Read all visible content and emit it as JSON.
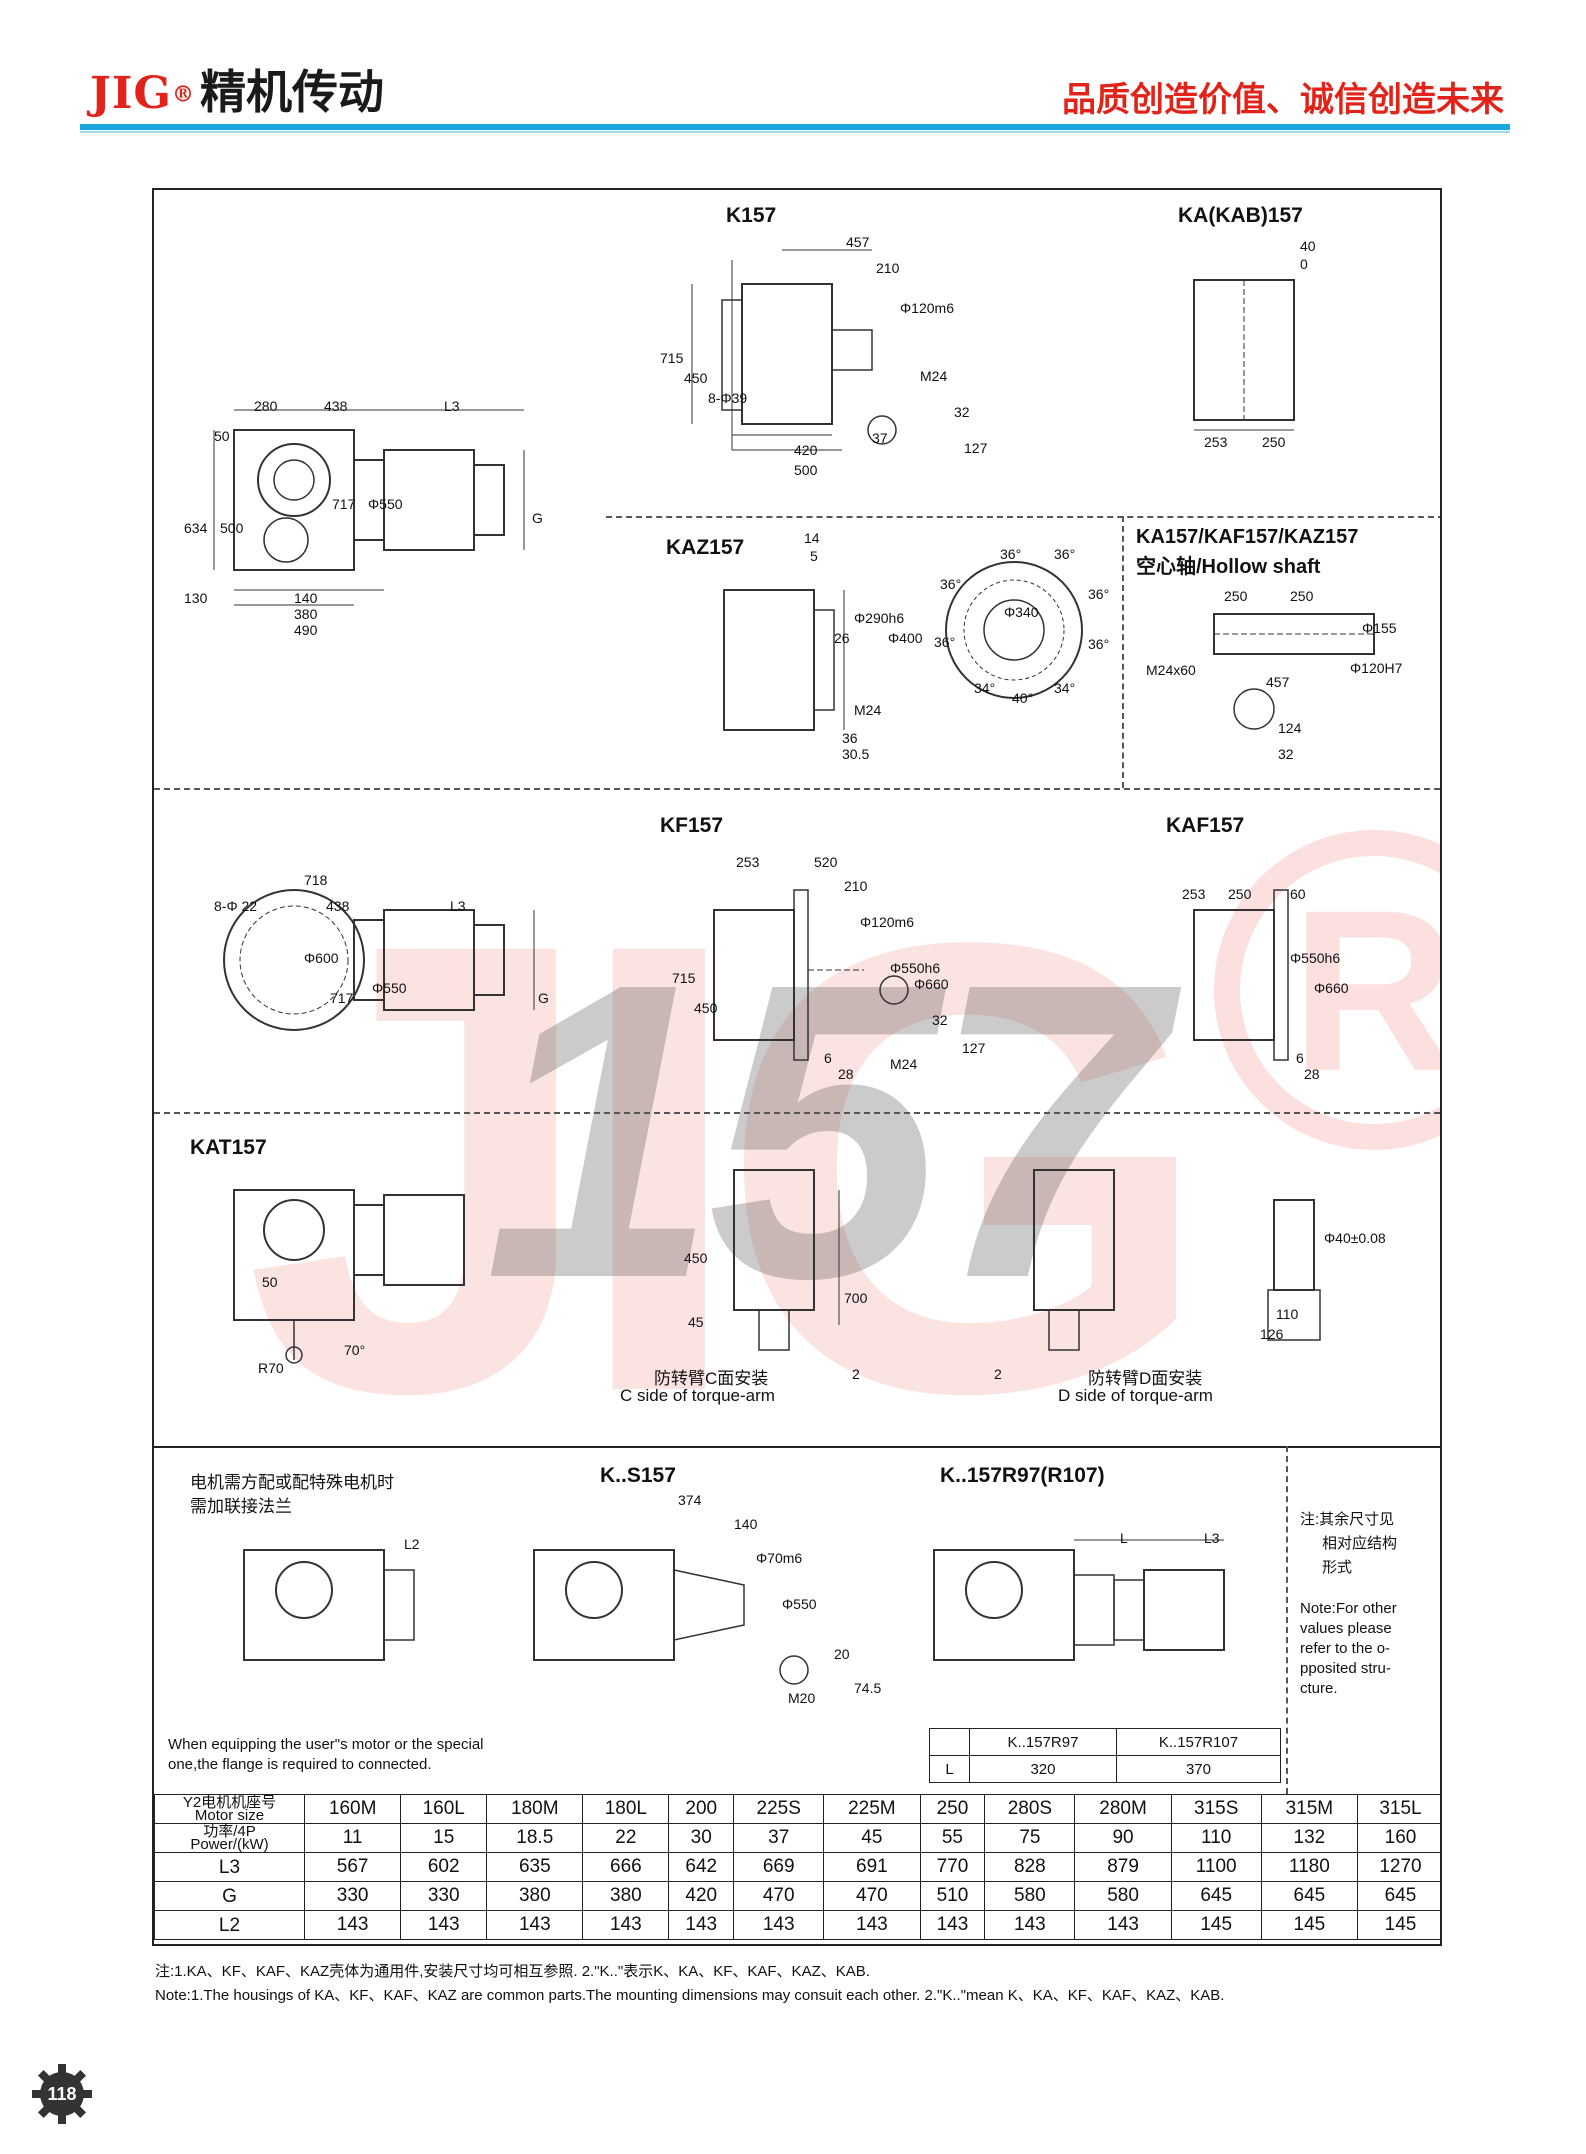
{
  "header": {
    "brand_en": "JIG",
    "brand_reg": "®",
    "brand_cn": "精机传动",
    "slogan": "品质创造价值、诚信创造未来"
  },
  "watermark": {
    "brand": "JIG",
    "number": "157",
    "reg": "R"
  },
  "sections": {
    "k157": "K157",
    "ka157": "KA(KAB)157",
    "kaz157": "KAZ157",
    "hollow_title": "KA157/KAF157/KAZ157",
    "hollow_sub": "空心轴/Hollow shaft",
    "kf157": "KF157",
    "kaf157": "KAF157",
    "kat157": "KAT157",
    "ks157": "K..S157",
    "kr157": "K..157R97(R107)"
  },
  "dims": {
    "main": {
      "d280": "280",
      "d438": "438",
      "L3": "L3",
      "d50": "50",
      "d634": "634",
      "d500": "500",
      "d717": "717",
      "d550": "Φ550",
      "d130": "130",
      "d140": "140",
      "d380": "380",
      "d490": "490",
      "G": "G"
    },
    "k157": {
      "d457": "457",
      "d210": "210",
      "d120": "Φ120m6",
      "d715": "715",
      "d450": "450",
      "d39": "8-Φ39",
      "M24": "M24",
      "d32": "32",
      "d37": "37",
      "d127": "127",
      "d420": "420",
      "d500": "500"
    },
    "ka157": {
      "d40": "40",
      "d0": "0",
      "d253": "253",
      "d250": "250"
    },
    "kaz157": {
      "d14": "14",
      "d5": "5",
      "d26": "26",
      "d290": "Φ290h6",
      "d400": "Φ400",
      "M24": "M24",
      "d36": "36",
      "d305": "30.5"
    },
    "flange": {
      "a1": "36°",
      "a2": "36°",
      "a3": "36°",
      "a4": "36°",
      "a5": "36°",
      "a6": "36°",
      "a7": "34°",
      "a8": "40°",
      "a9": "34°",
      "d340": "Φ340"
    },
    "hollow": {
      "d250a": "250",
      "d250b": "250",
      "M24x60": "M24x60",
      "d457": "457",
      "d120": "Φ120H7",
      "d155": "Φ155",
      "d124": "124",
      "d32": "32"
    },
    "kf157": {
      "d718": "718",
      "d822": "8-Φ 22",
      "d438": "438",
      "L3": "L3",
      "d600": "Φ600",
      "d717": "717",
      "d550": "Φ550",
      "G": "G",
      "d253": "253",
      "d520": "520",
      "d210": "210",
      "d120": "Φ120m6",
      "d715": "715",
      "d450": "450",
      "d550h6": "Φ550h6",
      "d660": "Φ660",
      "d32": "32",
      "d127": "127",
      "d6": "6",
      "d28": "28",
      "M24": "M24"
    },
    "kaf157": {
      "d253": "253",
      "d250": "250",
      "d60": "60",
      "d550h6": "Φ550h6",
      "d660": "Φ660",
      "d6": "6",
      "d28": "28"
    },
    "kat157": {
      "d50": "50",
      "R70": "R70",
      "a70": "70°",
      "d450": "450",
      "d700": "700",
      "d45": "45",
      "d2a": "2",
      "d2b": "2",
      "d40": "Φ40±0.08",
      "d110": "110",
      "d126": "126"
    },
    "ks157": {
      "L2": "L2",
      "d374": "374",
      "d140": "140",
      "d70": "Φ70m6",
      "d550": "Φ550",
      "d20": "20",
      "d745": "74.5",
      "M20": "M20"
    },
    "kr157": {
      "L": "L",
      "L3": "L3"
    }
  },
  "kat_labels": {
    "c_cn": "防转臂C面安装",
    "c_en": "C side of torque-arm",
    "d_cn": "防转臂D面安装",
    "d_en": "D side of torque-arm"
  },
  "flange_note": {
    "line1": "电机需方配或配特殊电机时",
    "line2": "需加联接法兰"
  },
  "motor_note_en": {
    "line1": "When equipping the user\"s motor or the special",
    "line2": "one,the flange is required to connected."
  },
  "side_note": {
    "cn1": "注:其余尺寸见",
    "cn2": "相对应结构",
    "cn3": "形式",
    "en1": "Note:For other",
    "en2": "values please",
    "en3": "refer to the o-",
    "en4": "pposited stru-",
    "en5": "cture."
  },
  "ktable": {
    "h0": "",
    "h1": "K..157R97",
    "h2": "K..157R107",
    "r0": "L",
    "v1": "320",
    "v2": "370"
  },
  "table": {
    "row_motor_cn": "Y2电机机座号",
    "row_motor_en": "Motor size",
    "row_power_cn": "功率/4P",
    "row_power_en": "Power/(kW)",
    "row_L3": "L3",
    "row_G": "G",
    "row_L2": "L2",
    "motor": [
      "160M",
      "160L",
      "180M",
      "180L",
      "200",
      "225S",
      "225M",
      "250",
      "280S",
      "280M",
      "315S",
      "315M",
      "315L"
    ],
    "power": [
      "11",
      "15",
      "18.5",
      "22",
      "30",
      "37",
      "45",
      "55",
      "75",
      "90",
      "110",
      "132",
      "160"
    ],
    "L3": [
      "567",
      "602",
      "635",
      "666",
      "642",
      "669",
      "691",
      "770",
      "828",
      "879",
      "1100",
      "1180",
      "1270"
    ],
    "G": [
      "330",
      "330",
      "380",
      "380",
      "420",
      "470",
      "470",
      "510",
      "580",
      "580",
      "645",
      "645",
      "645"
    ],
    "L2": [
      "143",
      "143",
      "143",
      "143",
      "143",
      "143",
      "143",
      "143",
      "143",
      "143",
      "145",
      "145",
      "145"
    ]
  },
  "footnotes": {
    "cn": "注:1.KA、KF、KAF、KAZ壳体为通用件,安装尺寸均可相互参照.    2.\"K..\"表示K、KA、KF、KAF、KAZ、KAB.",
    "en": "Note:1.The housings of KA、KF、KAF、KAZ are common parts.The mounting dimensions may consuit each other. 2.\"K..\"mean K、KA、KF、KAF、KAZ、KAB."
  },
  "page": {
    "number": "118"
  },
  "colors": {
    "red": "#e2231a",
    "blue": "#19a7e0"
  }
}
